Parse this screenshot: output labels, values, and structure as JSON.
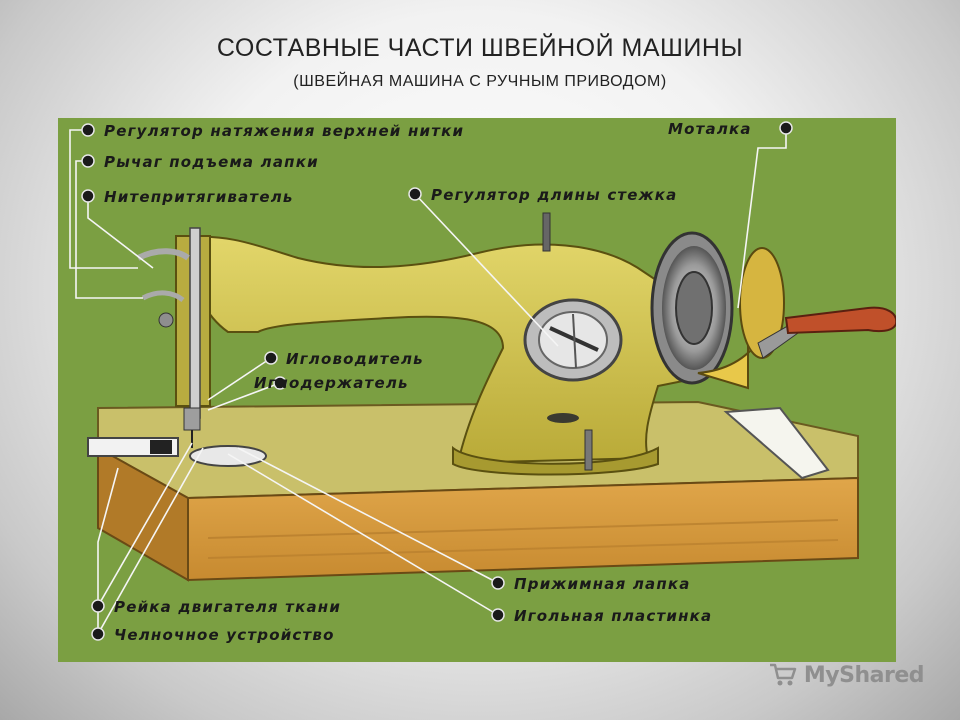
{
  "title": "СОСТАВНЫЕ ЧАСТИ ШВЕЙНОЙ МАШИНЫ",
  "subtitle": "(ШВЕЙНАЯ МАШИНА С РУЧНЫМ ПРИВОДОМ)",
  "labels": {
    "upper_thread_tension": "Регулятор натяжения верхней нитки",
    "presser_foot_lever": "Рычаг подъема лапки",
    "take_up_lever": "Нитепритягиватель",
    "stitch_length_regulator": "Регулятор длины стежка",
    "bobbin_winder": "Моталка",
    "needle_bar": "Игловодитель",
    "needle_holder": "Иглодержатель",
    "presser_foot": "Прижимная лапка",
    "needle_plate": "Игольная пластинка",
    "feed_dog": "Рейка двигателя ткани",
    "shuttle": "Челночное устройство"
  },
  "watermark": {
    "text": "MyShared",
    "icon": "cart-icon"
  },
  "colors": {
    "background_panel": "#7fa045",
    "machine_body": "#cfc24e",
    "wooden_base": "#d89a3e",
    "handle": "#c0502a"
  }
}
